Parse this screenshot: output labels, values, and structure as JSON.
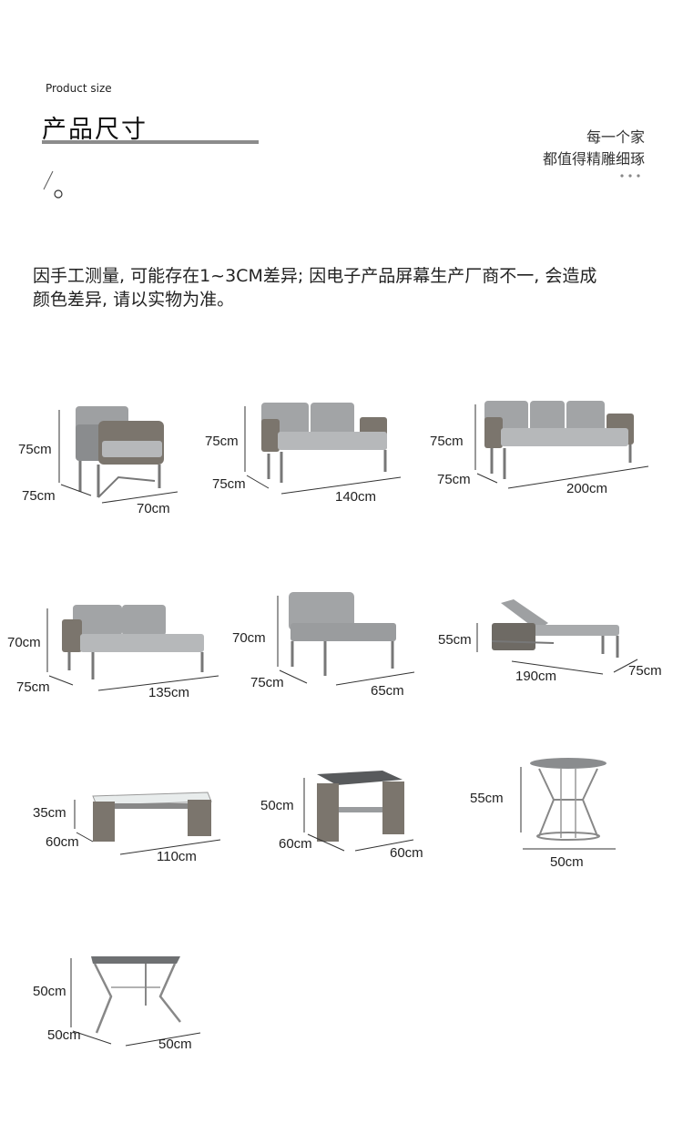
{
  "header": {
    "subtitle_en": "Product size",
    "title_cn": "产品尺寸",
    "slogan_line1": "每一个家",
    "slogan_line2": "都值得精雕细琢"
  },
  "disclaimer": {
    "line1": "因手工测量, 可能存在1~3CM差异; 因电子产品屏幕生产厂商不一, 会造成",
    "line2": "颜色差异, 请以实物为准。"
  },
  "products": [
    {
      "name": "armchair",
      "height": "75cm",
      "depth": "75cm",
      "width": "70cm"
    },
    {
      "name": "two-seat-sofa",
      "height": "75cm",
      "depth": "75cm",
      "width": "140cm"
    },
    {
      "name": "three-seat-sofa",
      "height": "75cm",
      "depth": "75cm",
      "width": "200cm"
    },
    {
      "name": "corner-sofa",
      "height": "70cm",
      "depth": "75cm",
      "width": "135cm"
    },
    {
      "name": "armless-chair",
      "height": "70cm",
      "depth": "75cm",
      "width": "65cm"
    },
    {
      "name": "sun-lounger",
      "height": "55cm",
      "width": "190cm",
      "depth": "75cm"
    },
    {
      "name": "coffee-table",
      "height": "35cm",
      "depth": "60cm",
      "width": "110cm"
    },
    {
      "name": "side-table",
      "height": "50cm",
      "depth": "60cm",
      "width": "60cm"
    },
    {
      "name": "round-side-table",
      "height": "55cm",
      "width": "50cm"
    },
    {
      "name": "square-table",
      "height": "50cm",
      "depth": "50cm",
      "width": "50cm"
    }
  ]
}
